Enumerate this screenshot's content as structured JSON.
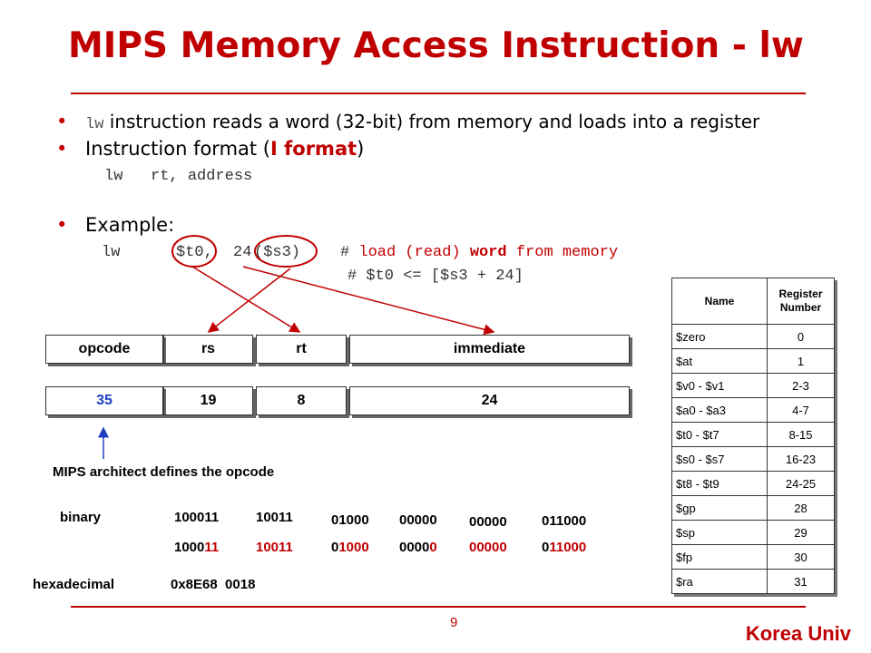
{
  "title": "MIPS Memory Access Instruction - lw",
  "bullets": {
    "b1_code": "lw",
    "b1_text": " instruction reads a word (32-bit) from memory and loads into a register",
    "b2_pre": "Instruction format (",
    "b2_em": "I format",
    "b2_post": ")",
    "format_line": "lw   rt, address",
    "b3": "Example:"
  },
  "example": {
    "op": "lw",
    "t0": "$t0,",
    "off": "24",
    "s3": "($s3)",
    "c_hash": "#",
    "c_load": "load (read)",
    "c_word": "word",
    "c_from": "from memory",
    "comment2": "# $t0 <= [$s3 + 24]"
  },
  "fields": {
    "labels": [
      "opcode",
      "rs",
      "rt",
      "immediate"
    ],
    "values": [
      "35",
      "19",
      "8",
      "24"
    ]
  },
  "note": "MIPS architect defines the opcode",
  "binary": {
    "label": "binary",
    "row1": [
      "100011",
      "10011",
      "01000",
      "00000",
      "00000",
      "011000"
    ],
    "row2": [
      {
        "black": "1000",
        "red": "11"
      },
      {
        "black": "",
        "red": "10011"
      },
      {
        "black": "0",
        "red": "1000"
      },
      {
        "black": "0000",
        "red": "0"
      },
      {
        "black": "",
        "red": "00000"
      },
      {
        "black": "0",
        "red": "11000"
      }
    ]
  },
  "hex": {
    "label": "hexadecimal",
    "value": "0x8E68  0018"
  },
  "reg_table": {
    "headers": [
      "Name",
      "Register Number"
    ],
    "rows": [
      [
        "$zero",
        "0"
      ],
      [
        "$at",
        "1"
      ],
      [
        "$v0 - $v1",
        "2-3"
      ],
      [
        "$a0 - $a3",
        "4-7"
      ],
      [
        "$t0 - $t7",
        "8-15"
      ],
      [
        "$s0 - $s7",
        "16-23"
      ],
      [
        "$t8 - $t9",
        "24-25"
      ],
      [
        "$gp",
        "28"
      ],
      [
        "$sp",
        "29"
      ],
      [
        "$fp",
        "30"
      ],
      [
        "$ra",
        "31"
      ]
    ]
  },
  "footer": {
    "page": "9",
    "brand": "Korea Univ"
  },
  "colors": {
    "accent": "#c00000",
    "opcode_blue": "#1f3fbf"
  }
}
